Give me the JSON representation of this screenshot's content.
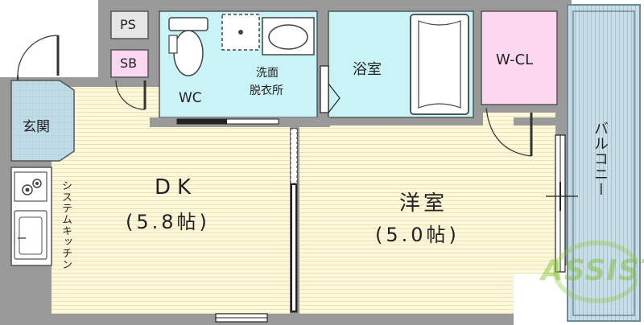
{
  "floorplan": {
    "rooms": {
      "ps": "PS",
      "sb": "SB",
      "wc": "WC",
      "washroom_line1": "洗面",
      "washroom_line2": "脱衣所",
      "bath": "浴室",
      "wcl": "W-CL",
      "entrance": "玄関",
      "dk_name": "DK",
      "dk_size": "(5.8帖)",
      "western_name": "洋室",
      "western_size": "(5.0帖)",
      "balcony": "バルコニー",
      "kitchen": "システムキッチン"
    },
    "logo": "ASSIST",
    "colors": {
      "floor": "#fdf7dc",
      "wet_area": "#c9f3f6",
      "closet": "#fbd7f0",
      "balcony": "#c9dde6",
      "entrance": "#bfdbe6",
      "wall": "#8a8a8a",
      "logo_green": "#8cc63f"
    }
  }
}
